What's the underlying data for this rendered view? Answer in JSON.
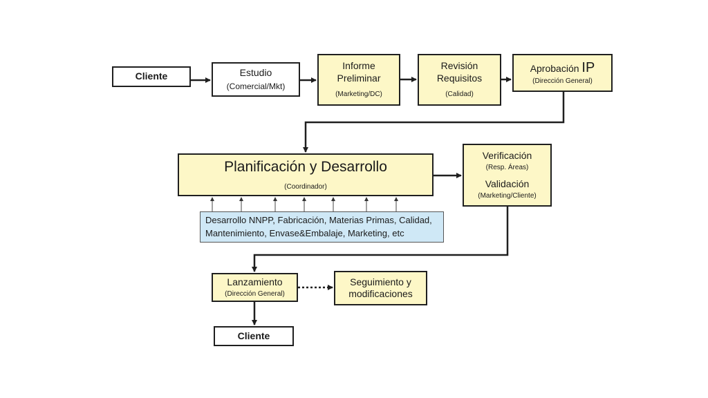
{
  "diagram": {
    "nodes": {
      "cliente_start": {
        "label": "Cliente"
      },
      "estudio": {
        "title": "Estudio",
        "role": "(Comercial/Mkt)"
      },
      "informe": {
        "title_line1": "Informe",
        "title_line2": "Preliminar",
        "role": "(Marketing/DC)"
      },
      "revision": {
        "title_line1": "Revisión",
        "title_line2": "Requisitos",
        "role": "(Calidad)"
      },
      "aprobacion": {
        "title": "Aprobación",
        "title_emphasis": "IP",
        "role": "(Dirección General)"
      },
      "planificacion": {
        "title": "Planificación y Desarrollo",
        "role": "(Coordinador)"
      },
      "areas": {
        "line1": "Desarrollo NNPP, Fabricación, Materias Primas, Calidad,",
        "line2": "Mantenimiento, Envase&Embalaje, Marketing, etc"
      },
      "verificacion": {
        "title1": "Verificación",
        "role1": "(Resp. Áreas)",
        "title2": "Validación",
        "role2": "(Marketing/Cliente)"
      },
      "lanzamiento": {
        "title": "Lanzamiento",
        "role": "(Dirección General)"
      },
      "seguimiento": {
        "title_line1": "Seguimiento y",
        "title_line2": "modificaciones"
      },
      "cliente_end": {
        "label": "Cliente"
      }
    },
    "edges": [
      {
        "from": "cliente_start",
        "to": "estudio",
        "style": "solid"
      },
      {
        "from": "estudio",
        "to": "informe",
        "style": "solid"
      },
      {
        "from": "informe",
        "to": "revision",
        "style": "solid"
      },
      {
        "from": "revision",
        "to": "aprobacion",
        "style": "solid"
      },
      {
        "from": "aprobacion",
        "to": "planificacion",
        "style": "solid"
      },
      {
        "from": "areas",
        "to": "planificacion",
        "style": "thin",
        "count": 7
      },
      {
        "from": "planificacion",
        "to": "verificacion",
        "style": "solid"
      },
      {
        "from": "verificacion",
        "to": "lanzamiento",
        "style": "solid"
      },
      {
        "from": "lanzamiento",
        "to": "seguimiento",
        "style": "dotted"
      },
      {
        "from": "lanzamiento",
        "to": "cliente_end",
        "style": "solid"
      }
    ],
    "colors": {
      "process_fill": "#fdf7c7",
      "input_fill": "#cfe8f6",
      "terminal_fill": "#ffffff",
      "line": "#1f1f1f"
    }
  }
}
